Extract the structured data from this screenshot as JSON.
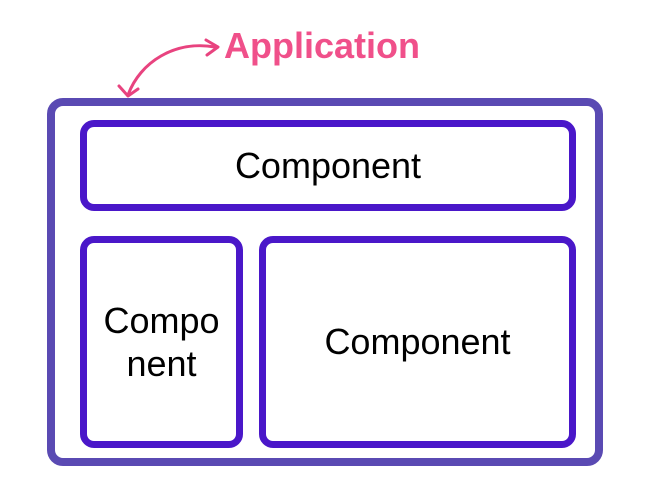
{
  "application": {
    "label": "Application",
    "label_color": "#f0508a",
    "frame_color": "#5a4ab3"
  },
  "components": {
    "color": "#4a17c9",
    "top": {
      "label": "Component"
    },
    "left": {
      "label": "Component"
    },
    "right": {
      "label": "Component"
    }
  },
  "icons": {
    "arrow": "curved-arrow-icon"
  }
}
